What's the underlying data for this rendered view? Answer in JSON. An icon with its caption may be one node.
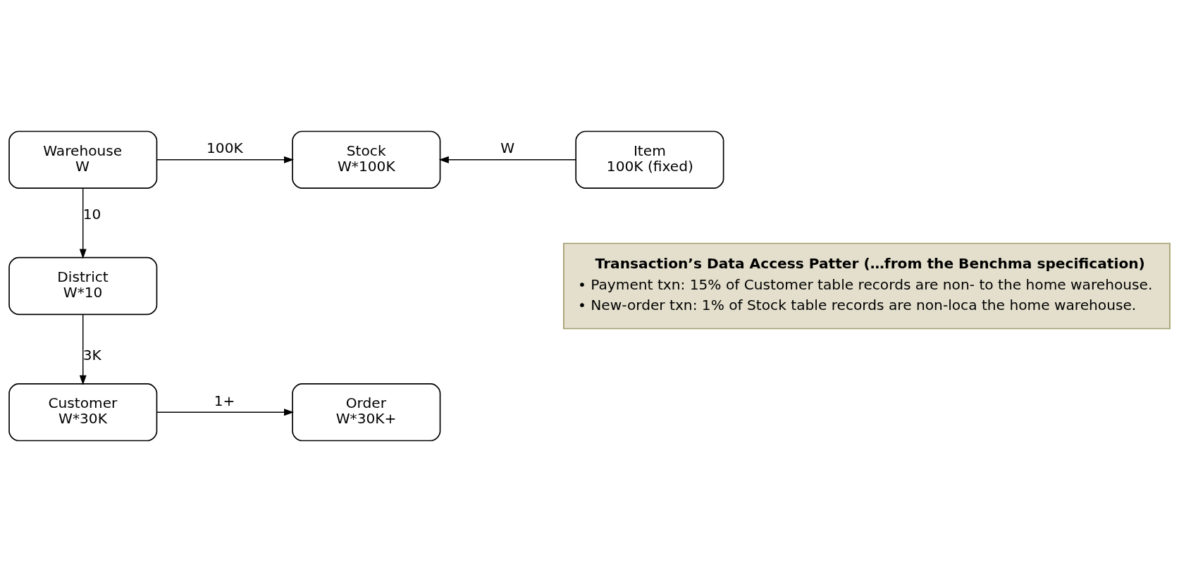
{
  "diagram": {
    "nodes": [
      {
        "text": [
          "Warehouse",
          "W"
        ]
      },
      {
        "text": [
          "Stock",
          "W*100K"
        ]
      },
      {
        "text": [
          "Item",
          "100K (fixed)"
        ]
      },
      {
        "text": [
          "District",
          "W*10"
        ]
      },
      {
        "text": [
          "Transaction’s Data Access Patter (…from the Benchma specification)",
          "• Payment txn: 15% of Customer table records are non- to the home warehouse.",
          "• New-order txn: 1% of Stock table records are non-loca the home warehouse."
        ]
      },
      {
        "text": [
          "Customer",
          "W*30K"
        ]
      },
      {
        "text": [
          "Order",
          "W*30K+"
        ]
      }
    ],
    "edges": [
      {
        "from": 0,
        "to": 1,
        "arrow": "to",
        "label": "100K"
      },
      {
        "from": 2,
        "to": 1,
        "arrow": "to",
        "label": "W"
      },
      {
        "from": 0,
        "to": 3,
        "arrow": "to",
        "label": "10"
      },
      {
        "from": 3,
        "to": 5,
        "arrow": "to",
        "label": "3K"
      },
      {
        "from": 5,
        "to": 6,
        "arrow": "to",
        "label": "1+"
      }
    ]
  }
}
